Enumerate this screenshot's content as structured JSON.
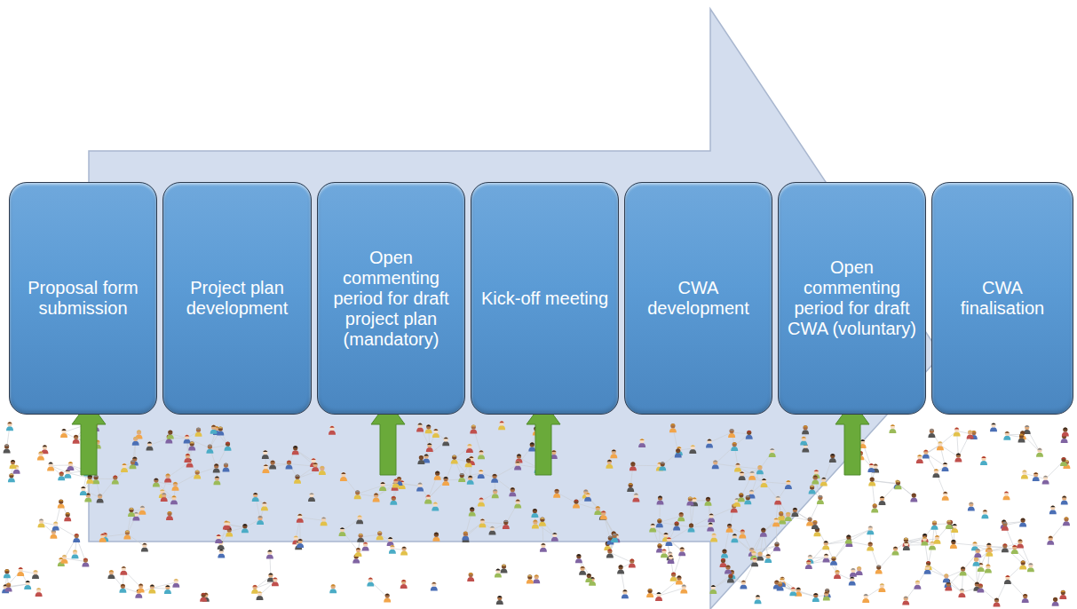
{
  "diagram": {
    "nodes": [
      {
        "text": [
          "Proposal form submission"
        ]
      },
      {
        "text": [
          "Project plan development"
        ]
      },
      {
        "text": [
          "Open commenting period for draft project plan (mandatory)"
        ]
      },
      {
        "text": [
          "Kick-off meeting"
        ]
      },
      {
        "text": [
          "CWA development"
        ]
      },
      {
        "text": [
          "Open commenting period for draft CWA (voluntary)"
        ]
      },
      {
        "text": [
          "CWA finalisation"
        ]
      }
    ]
  }
}
